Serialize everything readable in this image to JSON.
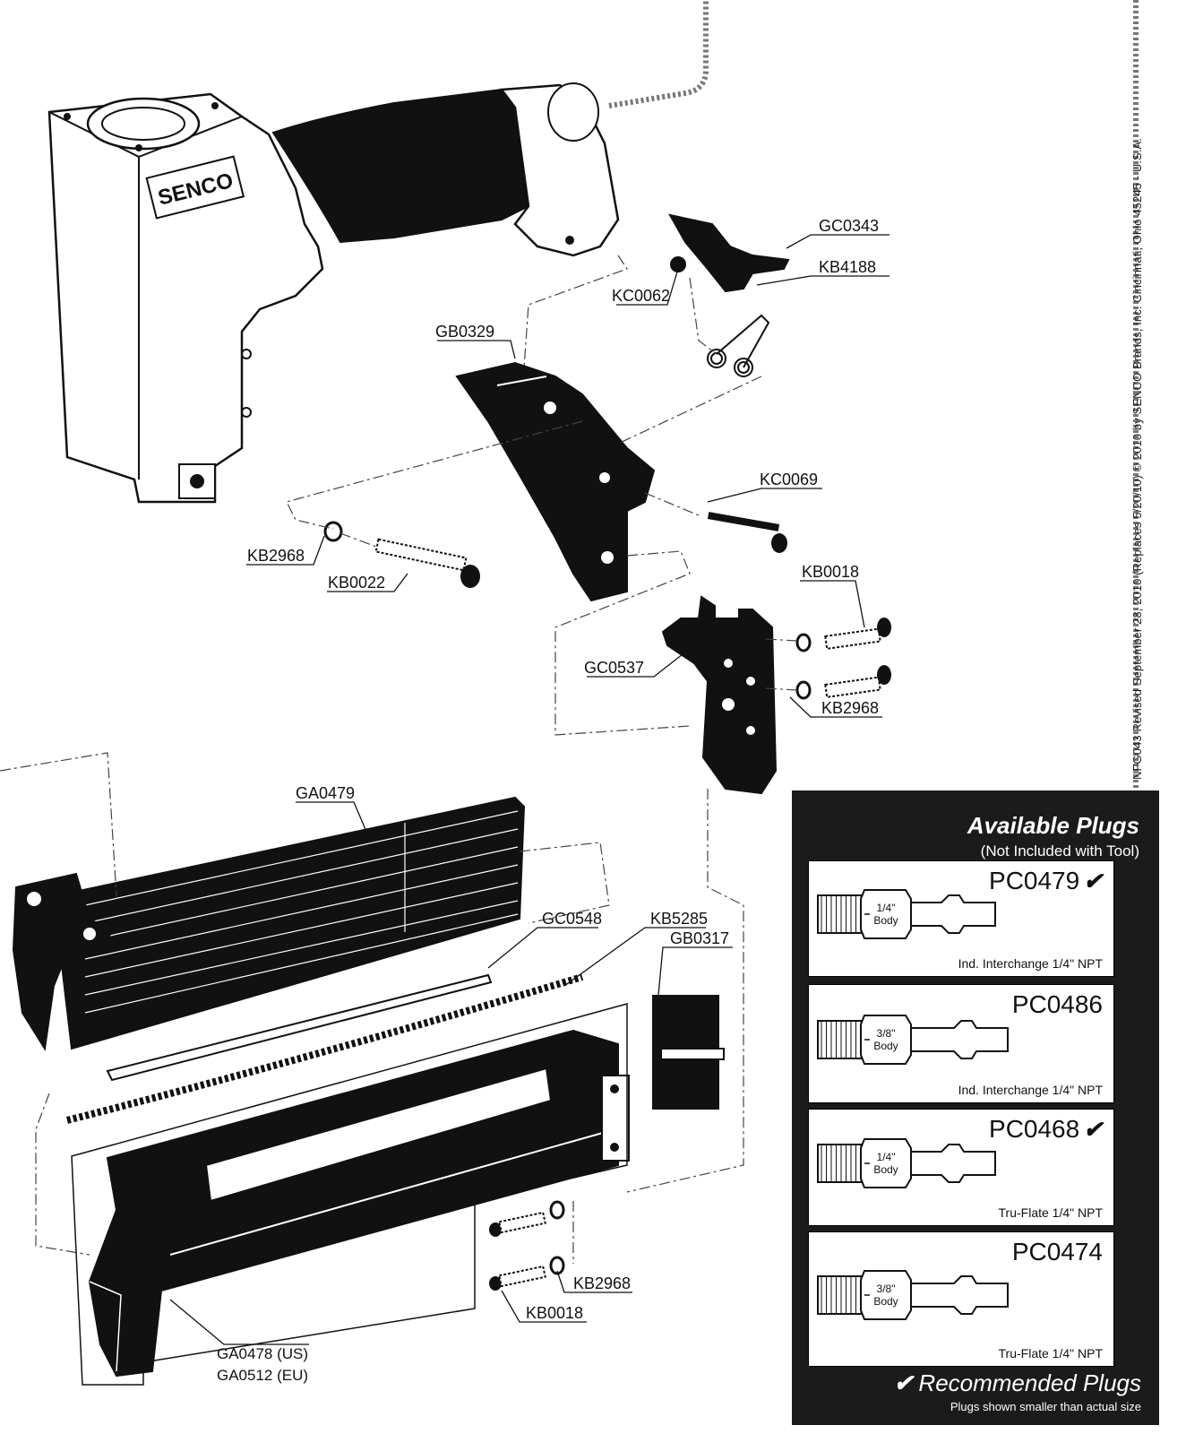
{
  "document_code": "NFG043  Revised September 28, 2010 (Replaces 5/20/10)  © 2010 by SENCO Brands, Inc.  Cincinnati, Ohio 45245 - U.S.A.",
  "brand": "SENCO",
  "parts": {
    "gc0343": "GC0343",
    "kb4188": "KB4188",
    "kc0062": "KC0062",
    "gb0329": "GB0329",
    "kc0069": "KC0069",
    "kb2968_left": "KB2968",
    "kb0022": "KB0022",
    "kb0018_top": "KB0018",
    "gc0537": "GC0537",
    "kb2968_right": "KB2968",
    "ga0479": "GA0479",
    "gc0548": "GC0548",
    "kb5285": "KB5285",
    "gb0317": "GB0317",
    "kb2968_bottom": "KB2968",
    "kb0018_bottom": "KB0018",
    "ga0478": "GA0478 (US)",
    "ga0512": "GA0512 (EU)"
  },
  "plugs": {
    "title": "Available Plugs",
    "subtitle": "(Not Included with Tool)",
    "items": [
      {
        "code": "PC0479",
        "check": "✔",
        "body_size": "1/4\"",
        "body_word": "Body",
        "description": "Ind. Interchange 1/4\" NPT"
      },
      {
        "code": "PC0486",
        "check": "",
        "body_size": "3/8\"",
        "body_word": "Body",
        "description": "Ind. Interchange 1/4\" NPT"
      },
      {
        "code": "PC0468",
        "check": "✔",
        "body_size": "1/4\"",
        "body_word": "Body",
        "description": "Tru-Flate 1/4\" NPT"
      },
      {
        "code": "PC0474",
        "check": "",
        "body_size": "3/8\"",
        "body_word": "Body",
        "description": "Tru-Flate 1/4\" NPT"
      }
    ],
    "recommended_check": "✔",
    "recommended_label": "Recommended Plugs",
    "note": "Plugs shown smaller than actual size"
  }
}
